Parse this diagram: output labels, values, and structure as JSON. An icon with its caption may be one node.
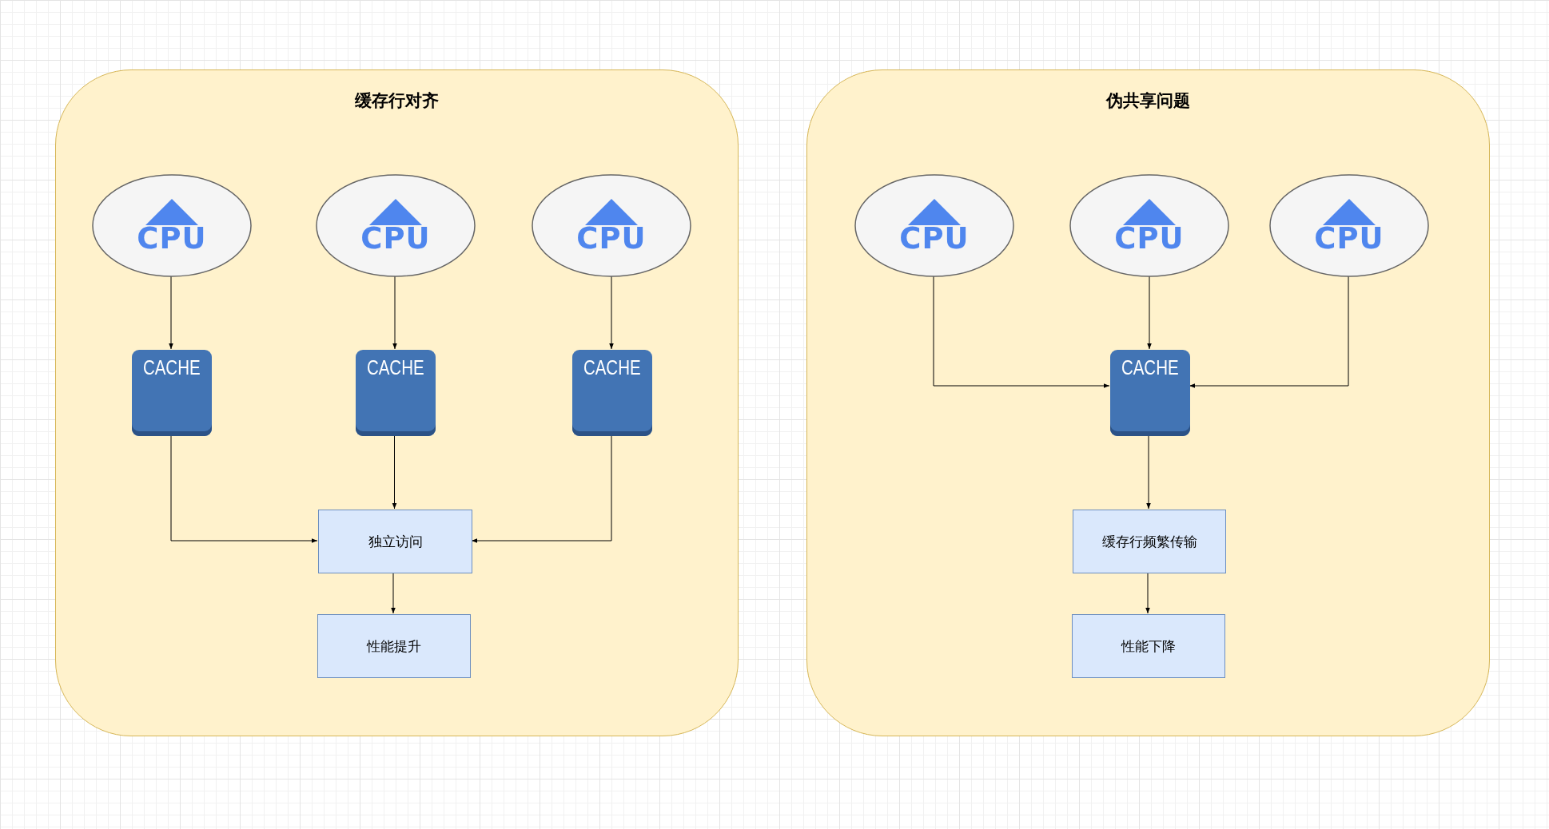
{
  "diagram": {
    "nodes": [
      {
        "text": [
          "缓存行对齐"
        ]
      },
      {
        "text": [
          "CPU"
        ],
        "in": 0
      },
      {
        "text": [
          "CPU"
        ],
        "in": 0
      },
      {
        "text": [
          "CPU"
        ],
        "in": 0
      },
      {
        "text": [
          "CACHE"
        ],
        "in": 0
      },
      {
        "text": [
          "CACHE"
        ],
        "in": 0
      },
      {
        "text": [
          "CACHE"
        ],
        "in": 0
      },
      {
        "text": [
          "独立访问"
        ],
        "in": 0
      },
      {
        "text": [
          "性能提升"
        ],
        "in": 0
      },
      {
        "text": [
          "伪共享问题"
        ]
      },
      {
        "text": [
          "CPU"
        ],
        "in": 9
      },
      {
        "text": [
          "CPU"
        ],
        "in": 9
      },
      {
        "text": [
          "CPU"
        ],
        "in": 9
      },
      {
        "text": [
          "CACHE"
        ],
        "in": 9
      },
      {
        "text": [
          "缓存行频繁传输"
        ],
        "in": 9
      },
      {
        "text": [
          "性能下降"
        ],
        "in": 9
      }
    ],
    "edges": [
      {
        "from": 1,
        "to": 4,
        "arrow": "to"
      },
      {
        "from": 2,
        "to": 5,
        "arrow": "to"
      },
      {
        "from": 3,
        "to": 6,
        "arrow": "to"
      },
      {
        "from": 4,
        "to": 7,
        "arrow": "to"
      },
      {
        "from": 5,
        "to": 7,
        "arrow": "to"
      },
      {
        "from": 6,
        "to": 7,
        "arrow": "to"
      },
      {
        "from": 7,
        "to": 8,
        "arrow": "to"
      },
      {
        "from": 10,
        "to": 13,
        "arrow": "to"
      },
      {
        "from": 11,
        "to": 13,
        "arrow": "to"
      },
      {
        "from": 12,
        "to": 13,
        "arrow": "to"
      },
      {
        "from": 13,
        "to": 14,
        "arrow": "to"
      },
      {
        "from": 14,
        "to": 15,
        "arrow": "to"
      }
    ]
  }
}
